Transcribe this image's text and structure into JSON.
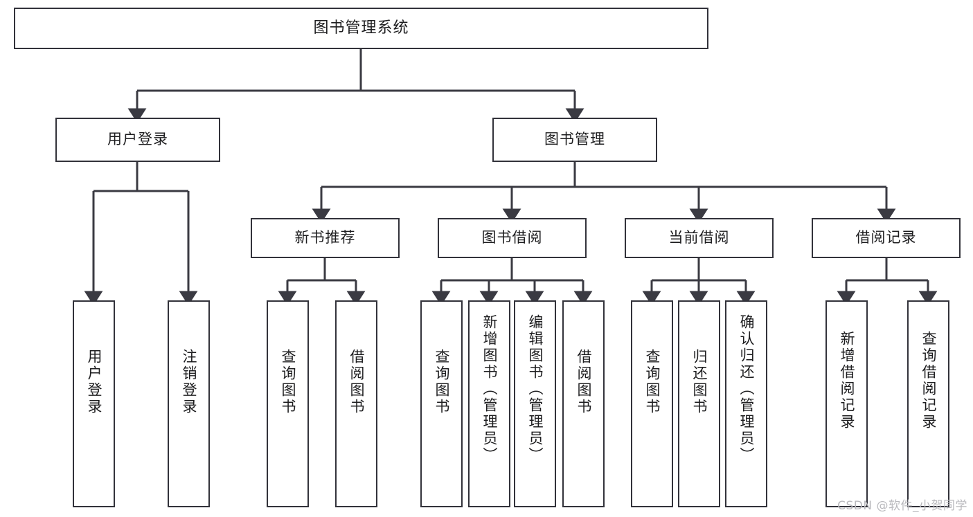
{
  "diagram": {
    "title": "图书管理系统",
    "type": "tree",
    "watermark": "CSDN @软件_小贺同学",
    "colors": {
      "box_border": "#32323a",
      "box_fill": "#ffffff",
      "edge": "#3a3a42",
      "text": "#1d1d1f",
      "watermark": "#b9b9bd"
    },
    "levels": {
      "root": {
        "label": "图书管理系统"
      },
      "level2": [
        {
          "label": "用户登录"
        },
        {
          "label": "图书管理"
        }
      ],
      "level3": [
        {
          "label": "新书推荐"
        },
        {
          "label": "图书借阅"
        },
        {
          "label": "当前借阅"
        },
        {
          "label": "借阅记录"
        }
      ],
      "leaves": [
        {
          "label": "用户登录",
          "parent": "用户登录"
        },
        {
          "label": "注销登录",
          "parent": "用户登录"
        },
        {
          "label": "查询图书",
          "parent": "新书推荐"
        },
        {
          "label": "借阅图书",
          "parent": "新书推荐"
        },
        {
          "label": "查询图书",
          "parent": "图书借阅"
        },
        {
          "label": "新增图书（管理员）",
          "parent": "图书借阅"
        },
        {
          "label": "编辑图书（管理员）",
          "parent": "图书借阅"
        },
        {
          "label": "借阅图书",
          "parent": "图书借阅"
        },
        {
          "label": "查询图书",
          "parent": "当前借阅"
        },
        {
          "label": "归还图书",
          "parent": "当前借阅"
        },
        {
          "label": "确认归还（管理员）",
          "parent": "当前借阅"
        },
        {
          "label": "新增借阅记录",
          "parent": "借阅记录"
        },
        {
          "label": "查询借阅记录",
          "parent": "借阅记录"
        }
      ]
    }
  }
}
